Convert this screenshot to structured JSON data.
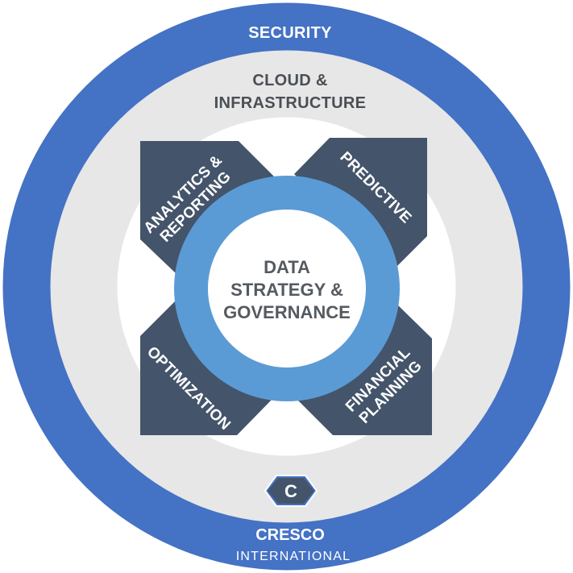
{
  "colors": {
    "outer_ring": "#4472c4",
    "middle_ring": "#e7e7e7",
    "inner_area": "#ffffff",
    "arms": "#44546a",
    "core_ring": "#5b9bd5",
    "core_fill": "#ffffff",
    "center_text": "#545a60",
    "ring_text_dark": "#4a4f55",
    "ring_text_light": "#ffffff"
  },
  "rings": {
    "outer": {
      "label": "SECURITY"
    },
    "middle": {
      "line1": "CLOUD &",
      "line2": "INFRASTRUCTURE"
    }
  },
  "arms": {
    "top_left": {
      "line1": "ANALYTICS &",
      "line2": "REPORTING"
    },
    "top_right": {
      "line1": "PREDICTIVE"
    },
    "bottom_left": {
      "line1": "OPTIMIZATION"
    },
    "bottom_right": {
      "line1": "FINANCIAL",
      "line2": "PLANNING"
    }
  },
  "center": {
    "line1": "DATA",
    "line2": "STRATEGY &",
    "line3": "GOVERNANCE"
  },
  "brand": {
    "logo_letter": "C",
    "logo_icon": "hexagon-c-logo-icon",
    "name": "CRESCO",
    "sub": "INTERNATIONAL"
  }
}
